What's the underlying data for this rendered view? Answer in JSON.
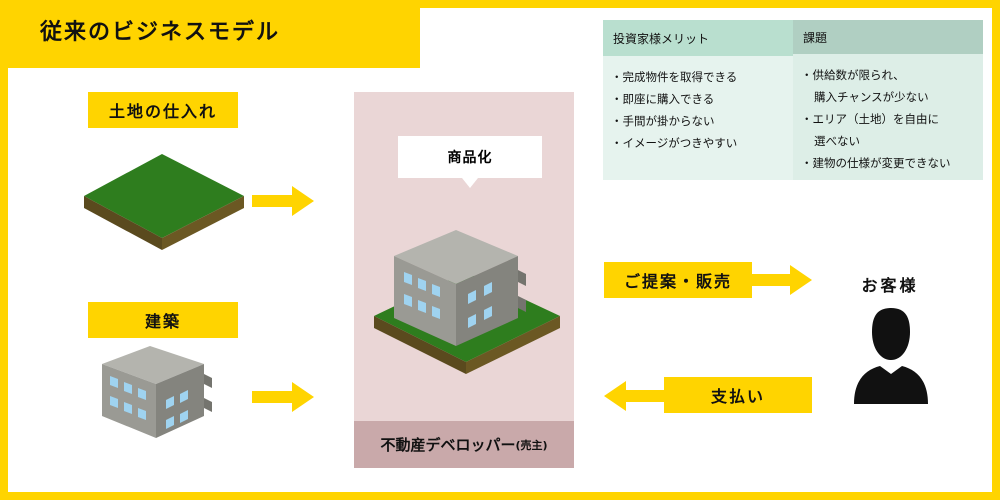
{
  "title": "従来のビジネスモデル",
  "steps": {
    "land": "土地の仕入れ",
    "construction": "建築"
  },
  "developer": {
    "bubble": "商品化",
    "label_main": "不動産デベロッパー",
    "label_sub": "(売主)"
  },
  "flows": {
    "proposal": "ご提案・販売",
    "payment": "支払い"
  },
  "customer": "お客様",
  "table": {
    "merits_header": "投資家様メリット",
    "issues_header": "課題",
    "merits": [
      "・完成物件を取得できる",
      "・即座に購入できる",
      "・手間が掛からない",
      "・イメージがつきやすい"
    ],
    "issues": [
      "・供給数が限られ、",
      "購入チャンスが少ない",
      "・エリア（土地）を自由に",
      "選べない",
      "・建物の仕様が変更できない"
    ]
  },
  "colors": {
    "accent_yellow": "#FFD400",
    "developer_panel": "#EAD6D6",
    "developer_footer": "#C9A9AA",
    "grass": "#2E7D1E",
    "soil": "#5A4A1E",
    "building": "#9A9A94",
    "window": "#9FD3F0"
  },
  "icons": {
    "land": "grass-land-tile-icon",
    "building": "building-icon",
    "developed": "building-on-land-icon",
    "customer": "person-silhouette-icon",
    "arrow": "arrow-right-icon"
  }
}
